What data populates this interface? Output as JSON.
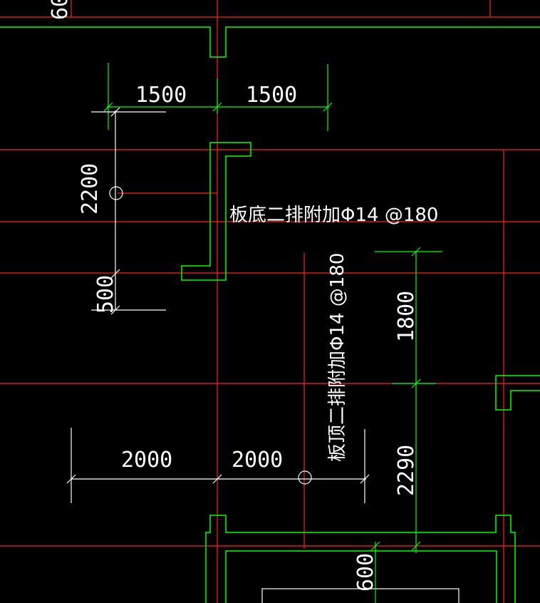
{
  "drawing": {
    "colors": {
      "background": "#000000",
      "axis": "#ff2020",
      "wall": "#00ff00",
      "dimension_green": "#00ff00",
      "dimension_white": "#ffffff",
      "text": "#ffffff"
    },
    "dimensions": {
      "top_left": "1500",
      "top_right": "1500",
      "left_vertical_upper": "2200",
      "left_vertical_lower": "500",
      "right_vertical_upper": "1800",
      "right_vertical_lower": "2290",
      "bottom_left": "2000",
      "bottom_right": "2000",
      "bottom_small": "600",
      "top_corner": "60"
    },
    "notes": {
      "horizontal_rebar": "板底二排附加Φ14 @180",
      "vertical_rebar": "板顶二排附加Φ14 @180"
    }
  }
}
